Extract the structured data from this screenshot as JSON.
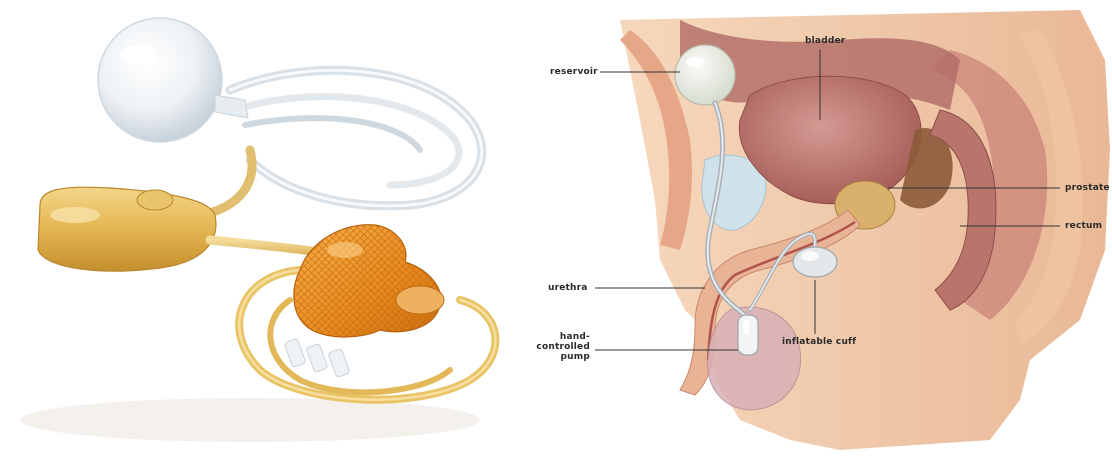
{
  "labels": {
    "bladder": "bladder",
    "reservoir": "reservoir",
    "prostate": "prostate",
    "rectum": "rectum",
    "urethra": "urethra",
    "pump_line1": "hand-",
    "pump_line2": "controlled",
    "pump_line3": "pump",
    "inflatable_cuff": "inflatable cuff"
  },
  "colors": {
    "skin": "#f2c9a8",
    "muscle": "#c98478",
    "bladder": "#b9716d",
    "device_gold": "#e4b654",
    "device_orange": "#e9922a",
    "silicone": "#dfe7ee",
    "leader": "#333333"
  }
}
